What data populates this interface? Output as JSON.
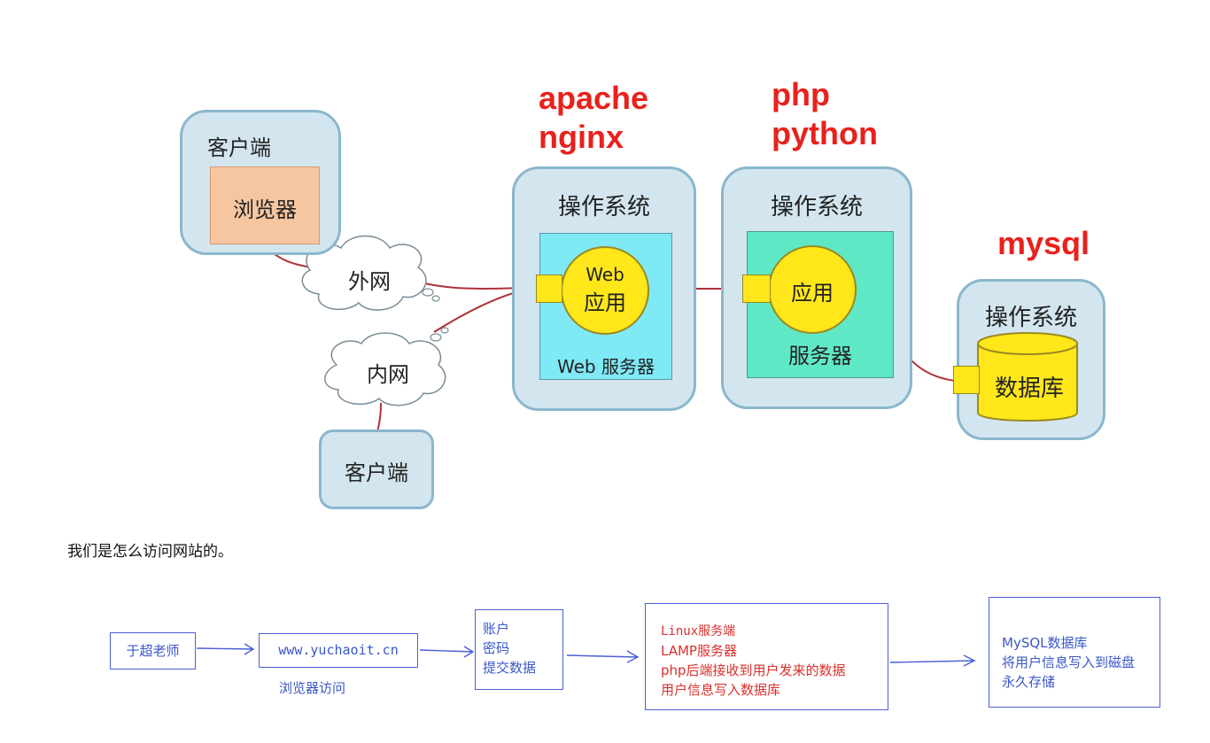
{
  "diagram": {
    "labels": {
      "apache": "apache",
      "nginx": "nginx",
      "php": "php",
      "python": "python",
      "mysql": "mysql"
    },
    "client_top": {
      "title": "客户端",
      "browser": "浏览器"
    },
    "outer_net": "外网",
    "inner_net": "内网",
    "client_bottom": "客户端",
    "web_server": {
      "os": "操作系统",
      "app_line1": "Web",
      "app_line2": "应用",
      "label": "Web 服务器"
    },
    "app_server": {
      "os": "操作系统",
      "app": "应用",
      "label": "服务器"
    },
    "db_server": {
      "os": "操作系统",
      "db": "数据库"
    }
  },
  "caption": "我们是怎么访问网站的。",
  "flow": {
    "user": "于超老师",
    "url": "www.yuchaoit.cn",
    "url_caption": "浏览器访问",
    "submit": [
      "账户",
      "密码",
      "提交数据"
    ],
    "server": [
      "Linux服务端",
      "LAMP服务器",
      "php后端接收到用户发来的数据",
      "用户信息写入数据库"
    ],
    "db": [
      "MySQL数据库",
      "将用户信息写入到磁盘",
      "永久存储"
    ]
  },
  "colors": {
    "os_fill": "#d3e6ef",
    "os_border": "#8ab7cd",
    "browser_fill": "#f6c6a0",
    "web_box": "#7fe9f5",
    "app_box": "#5fe8c5",
    "app_circle": "#ffe71a",
    "red": "#e8211c",
    "flow_blue": "#3a57c8"
  }
}
